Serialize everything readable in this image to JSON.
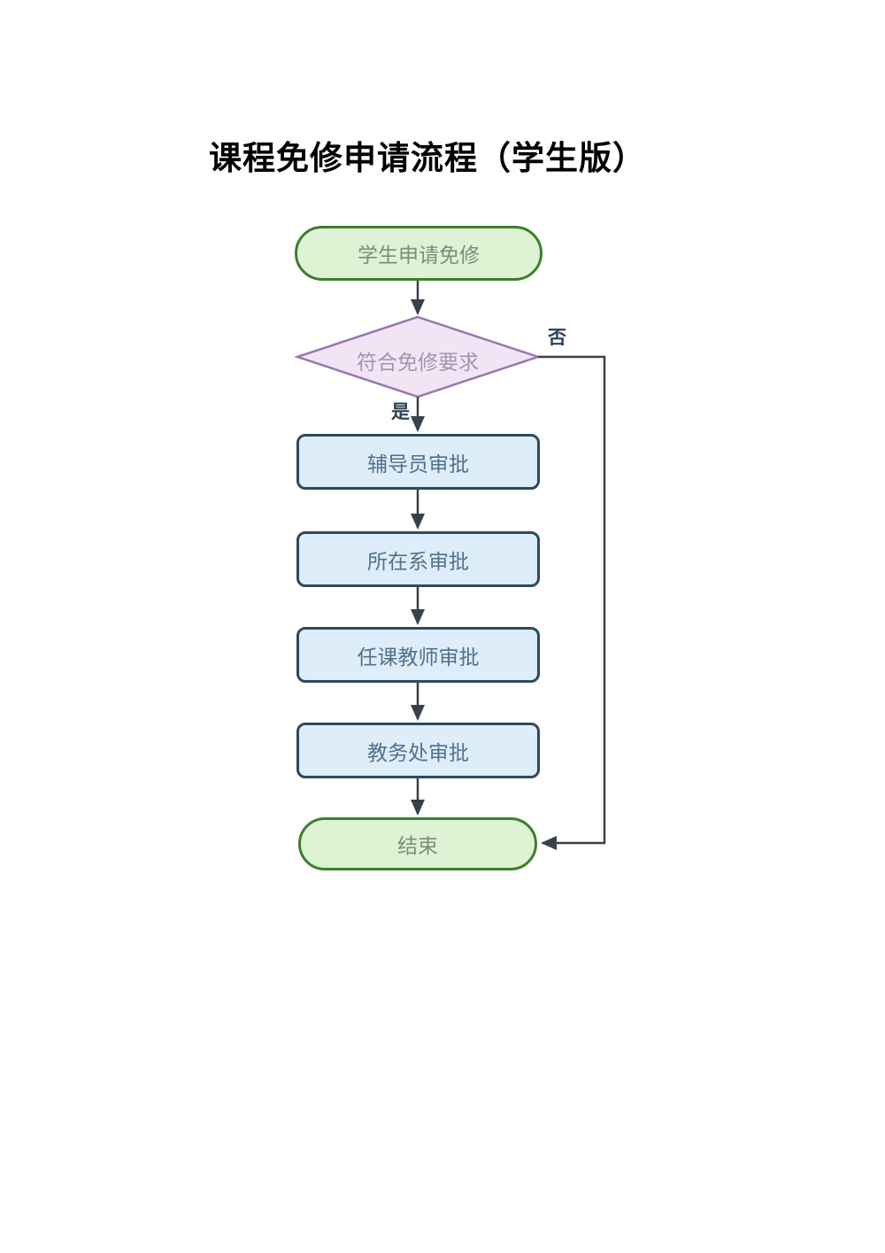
{
  "page": {
    "title": "课程免修申请流程（学生版）"
  },
  "flowchart": {
    "nodes": [
      {
        "id": "start",
        "type": "terminator",
        "label": "学生申请免修"
      },
      {
        "id": "decision",
        "type": "decision",
        "label": "符合免修要求"
      },
      {
        "id": "step1",
        "type": "process",
        "label": "辅导员审批"
      },
      {
        "id": "step2",
        "type": "process",
        "label": "所在系审批"
      },
      {
        "id": "step3",
        "type": "process",
        "label": "任课教师审批"
      },
      {
        "id": "step4",
        "type": "process",
        "label": "教务处审批"
      },
      {
        "id": "end",
        "type": "terminator",
        "label": "结束"
      }
    ],
    "branch_labels": {
      "yes": "是",
      "no": "否"
    },
    "colors": {
      "terminator_fill": "#ddf3d4",
      "terminator_border": "#3e7e2d",
      "terminator_text": "#7c8e7a",
      "process_fill": "#ddeef9",
      "process_border": "#2e4a5e",
      "process_text": "#527187",
      "decision_fill": "#f2e3f5",
      "decision_border": "#9a76ae",
      "decision_text": "#a195ae",
      "connector": "#39404a",
      "branch_label_text": "#2c4156",
      "title_text": "#000000"
    }
  }
}
